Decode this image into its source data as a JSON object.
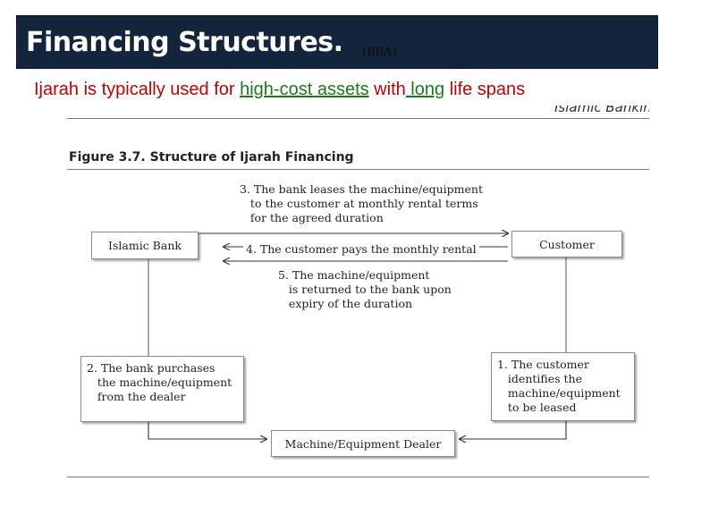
{
  "slide": {
    "title": "Financing Structures.",
    "title_note": "(BBA)",
    "subtitle": {
      "prefix": "Ijarah is typically used for ",
      "highlight1": "high-cost assets",
      "middle": " with",
      "highlight2": " long",
      "suffix": " life spans"
    },
    "brand_text": "Islamic Banking"
  },
  "figure": {
    "label": "Figure 3.7.   Structure of Ijarah Financing",
    "nodes": {
      "bank": "Islamic Bank",
      "customer": "Customer",
      "dealer": "Machine/Equipment Dealer",
      "step1": "1. The customer\n   identifies the\n   machine/equipment\n   to be leased",
      "step2": "2. The bank purchases\n   the machine/equipment\n   from the dealer"
    },
    "steps": {
      "step3": "3. The bank leases the machine/equipment\n   to the customer at monthly rental terms\n   for the agreed duration",
      "step4": "4. The customer pays the monthly rental",
      "step5": "5. The machine/equipment\n   is returned to the bank upon\n   expiry of the duration"
    }
  },
  "colors": {
    "title_bar": "#13243d",
    "subtitle_text": "#c00000",
    "highlight_text": "#1a7a1a"
  }
}
